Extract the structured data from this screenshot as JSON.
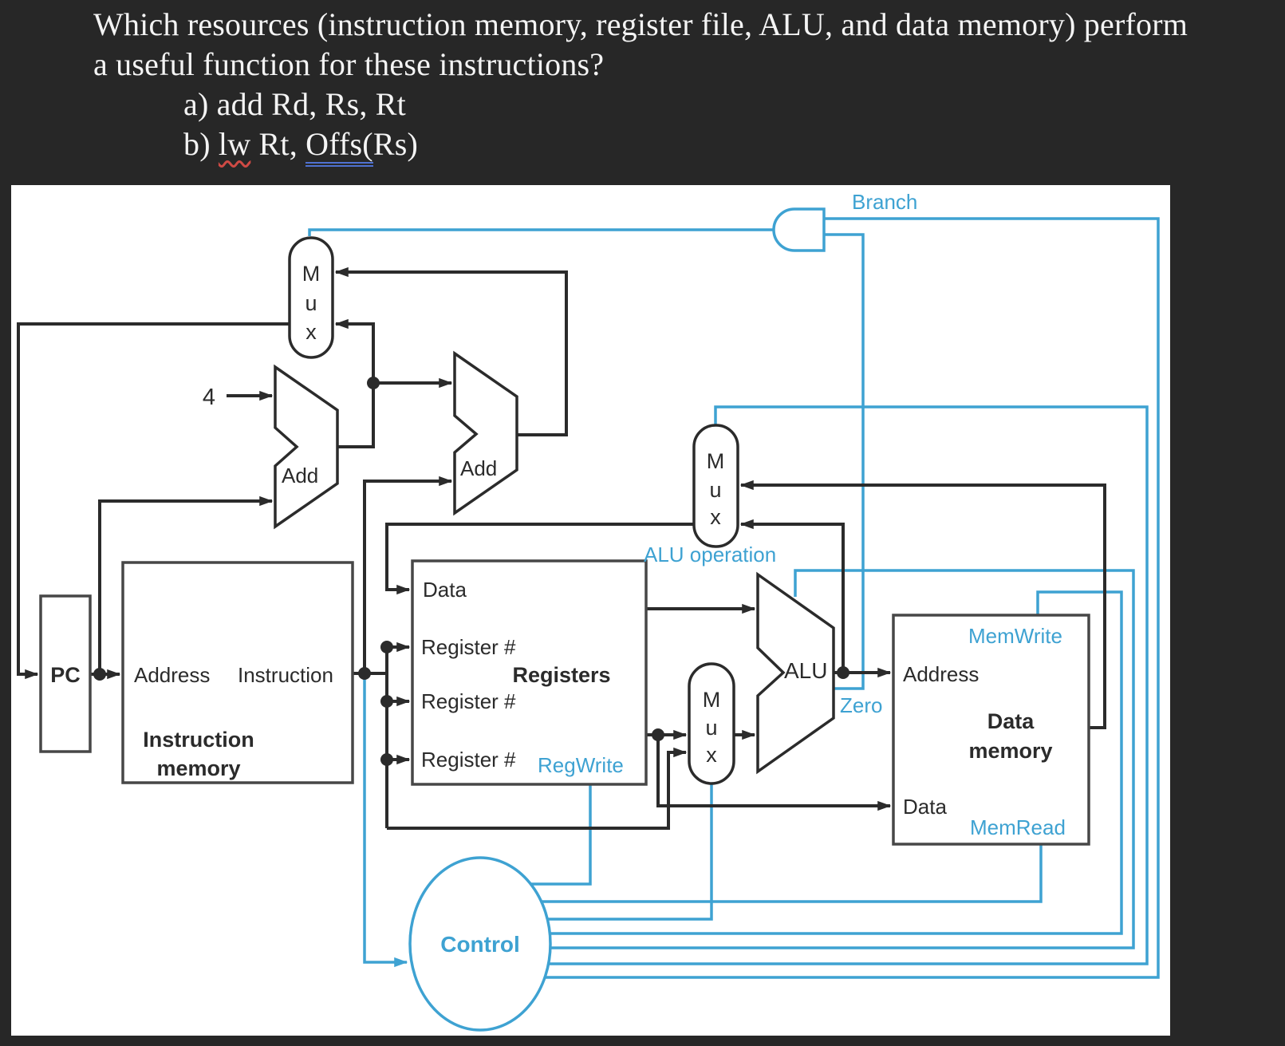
{
  "question": {
    "line1": "Which resources (instruction memory, register file, ALU, and data memory) perform",
    "line2": "a useful function for these instructions?",
    "item_a": "a) add Rd, Rs, Rt",
    "item_b": {
      "prefix": "b) ",
      "word_misspelled": "lw",
      "middle": " Rt, ",
      "word_grammar": "Offs(",
      "suffix": "Rs)"
    }
  },
  "colors": {
    "background": "#272727",
    "accent_cyan": "#3ea2d2",
    "wire_black": "#2b2b2b",
    "canvas_white": "#ffffff"
  },
  "diagram": {
    "pc": "PC",
    "four_constant": "4",
    "mux": {
      "m": "M",
      "u": "u",
      "x": "x"
    },
    "add1": "Add",
    "add2": "Add",
    "alu": "ALU",
    "instruction_memory": {
      "address": "Address",
      "instruction": "Instruction",
      "title1": "Instruction",
      "title2": "memory"
    },
    "registers": {
      "data_in": "Data",
      "reg1": "Register #",
      "reg2": "Register #",
      "reg3": "Register #",
      "title": "Registers",
      "regwrite": "RegWrite"
    },
    "data_memory": {
      "memwrite": "MemWrite",
      "address": "Address",
      "title1": "Data",
      "title2": "memory",
      "data_in": "Data",
      "memread": "MemRead"
    },
    "signals": {
      "branch": "Branch",
      "alu_operation": "ALU operation",
      "zero": "Zero"
    },
    "control": "Control"
  }
}
